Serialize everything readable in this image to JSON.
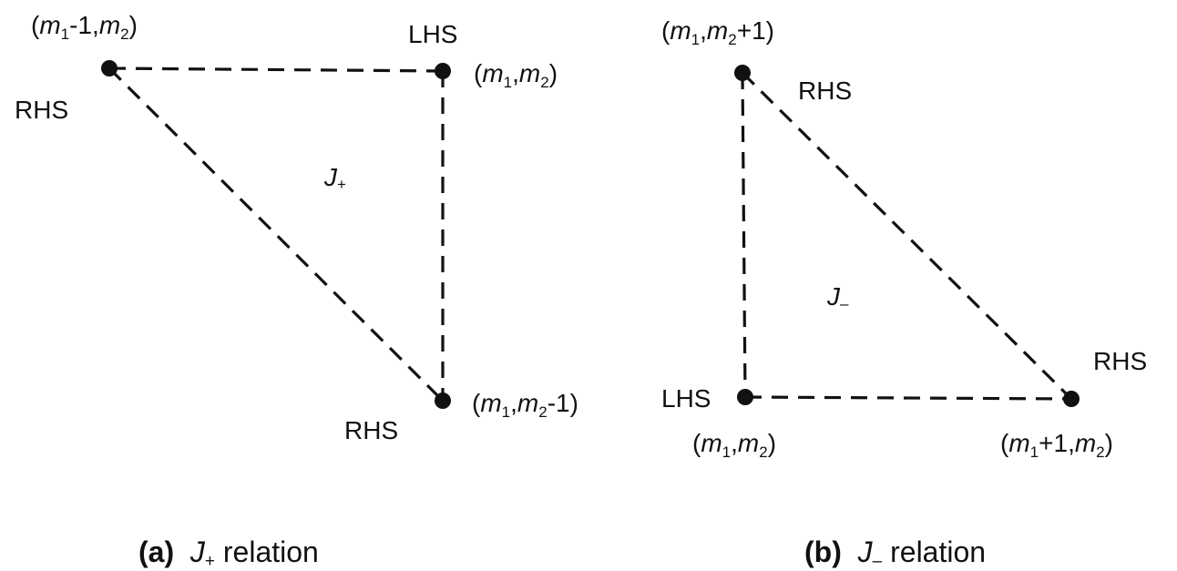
{
  "panel_a": {
    "nodes": {
      "top_left": {
        "coords": "(m1-1,m2)",
        "role": "RHS"
      },
      "top_right": {
        "coords": "(m1,m2)",
        "role": "LHS"
      },
      "bottom_right": {
        "coords": "(m1,m2-1)",
        "role": "RHS"
      }
    },
    "operator": {
      "symbol": "J",
      "sub": "+"
    },
    "caption": {
      "tag": "(a)",
      "symbol": "J",
      "sub": "+",
      "text": "relation"
    }
  },
  "panel_b": {
    "nodes": {
      "top": {
        "coords": "(m1,m2+1)",
        "role": "RHS"
      },
      "bottom_left": {
        "coords": "(m1,m2)",
        "role": "LHS"
      },
      "bottom_right": {
        "coords": "(m1+1,m2)",
        "role": "RHS"
      }
    },
    "operator": {
      "symbol": "J",
      "sub": "–"
    },
    "caption": {
      "tag": "(b)",
      "symbol": "J",
      "sub": "–",
      "text": "relation"
    }
  },
  "colors": {
    "ink": "#111111",
    "background": "#ffffff"
  }
}
